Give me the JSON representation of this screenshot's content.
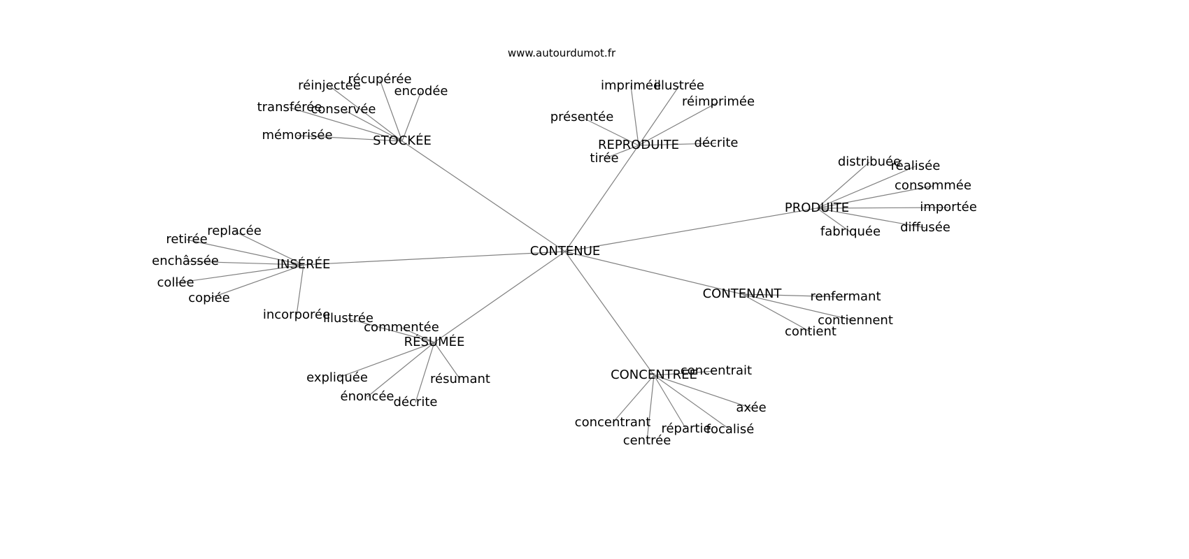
{
  "title": "www.autourdumot.fr",
  "edge_color": "#808080",
  "root": "CONTENUE",
  "groups": [
    {
      "hub": "STOCKÉE",
      "children": [
        "récupérée",
        "réinjectée",
        "encodée",
        "transférée",
        "conservée",
        "mémorisée"
      ]
    },
    {
      "hub": "REPRODUITE",
      "children": [
        "imprimée",
        "illustrée",
        "réimprimée",
        "présentée",
        "décrite",
        "tirée"
      ]
    },
    {
      "hub": "PRODUITE",
      "children": [
        "distribuée",
        "réalisée",
        "consommée",
        "importée",
        "diffusée",
        "fabriquée"
      ]
    },
    {
      "hub": "INSÉRÉE",
      "children": [
        "replacée",
        "retirée",
        "enchâssée",
        "collée",
        "copiée",
        "incorporée"
      ]
    },
    {
      "hub": "RÉSUMÉE",
      "children": [
        "illustrée",
        "commentée",
        "expliquée",
        "énoncée",
        "décrite",
        "résumant"
      ]
    },
    {
      "hub": "CONTENANT",
      "children": [
        "renfermant",
        "contiennent",
        "contient"
      ]
    },
    {
      "hub": "CONCENTREE",
      "children": [
        "concentrait",
        "axée",
        "concentrant",
        "centrée",
        "répartie",
        "focalisé"
      ]
    }
  ]
}
